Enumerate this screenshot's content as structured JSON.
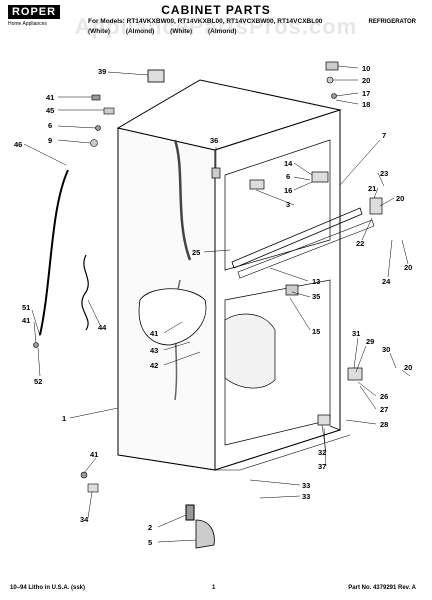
{
  "header": {
    "logo": "ROPER",
    "logo_sub": "Home Appliances",
    "title": "CABINET PARTS",
    "doc_type": "REFRIGERATOR",
    "models": "For Models: RT14VKXBW00, RT14VKXBL00, RT14VCXBW00, RT14VCXBL00",
    "colors": "(White) (Almond) (White) (Almond)",
    "watermark": "AppliancePartsPros.com"
  },
  "callouts": {
    "c2": "2",
    "c1": "1",
    "c3": "3",
    "c5": "5",
    "c6": "6",
    "c6b": "6",
    "c7": "7",
    "c9": "9",
    "c10": "10",
    "c13": "13",
    "c14": "14",
    "c15": "15",
    "c16": "16",
    "c17": "17",
    "c18": "18",
    "c20a": "20",
    "c20b": "20",
    "c20c": "20",
    "c21": "21",
    "c22": "22",
    "c23": "23",
    "c24": "24",
    "c25": "25",
    "c26": "26",
    "c27": "27",
    "c28": "28",
    "c29": "29",
    "c30": "30",
    "c31": "31",
    "c32": "32",
    "c33a": "33",
    "c33b": "33",
    "c34": "34",
    "c35": "35",
    "c36": "36",
    "c37": "37",
    "c39": "39",
    "c41a": "41",
    "c41b": "41",
    "c41c": "41",
    "c42": "42",
    "c43": "43",
    "c44": "44",
    "c45": "45",
    "c46": "46",
    "c51": "51",
    "c52": "52"
  },
  "footer": {
    "litho": "10–94 Litho in U.S.A. (ssk)",
    "page": "1",
    "part_no": "Part No. 4379291 Rev. A"
  }
}
